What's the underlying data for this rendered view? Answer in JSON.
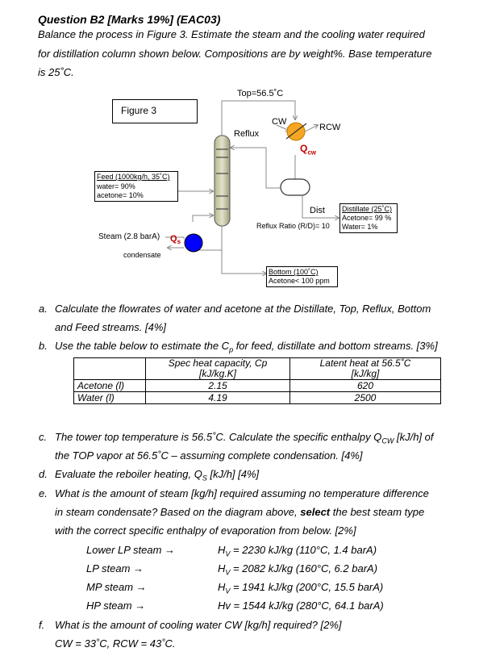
{
  "question": {
    "title": "Question B2 [Marks 19%] (EAC03)",
    "intro": [
      "Balance the process in Figure 3. Estimate the steam and the cooling water required",
      "for distillation column shown below. Compositions are by weight%. Base temperature",
      "is 25˚C."
    ]
  },
  "figure": {
    "caption": "Figure 3",
    "top": "Top=56.5˚C",
    "cw": "CW",
    "rcw": "RCW",
    "reflux": "Reflux",
    "qcw_q": "Q",
    "qcw_sub": "cw",
    "dist": "Dist",
    "reflux_ratio": "Reflux Ratio (R/D)= 10",
    "feed": [
      "Feed (1000kg/h, 35˚C)",
      "water= 90%",
      "acetone= 10%"
    ],
    "distillate": [
      "Distillate (25˚C)",
      "Acetone= 99 %",
      "Water= 1%"
    ],
    "steam": "Steam (2.8 barA)",
    "condensate": "condensate",
    "qs_q": "Q",
    "qs_sub": "s",
    "bottom": [
      "Bottom (100˚C)",
      "Acetone< 100 ppm"
    ],
    "colors": {
      "condenser": "#f5a623",
      "reboiler": "#0000ff",
      "column": "#c8c8a8"
    }
  },
  "parts": {
    "a": {
      "letter": "a.",
      "lines": [
        "Calculate the flowrates of water and acetone at the Distillate, Top, Reflux, Bottom",
        "and Feed streams. [4%]"
      ]
    },
    "b": {
      "letter": "b.",
      "line_pre": "Use the table below to estimate the C",
      "line_sub": "p",
      "line_post": " for feed, distillate and bottom streams. [3%]"
    },
    "c": {
      "letter": "c.",
      "lines": [
        "The tower top temperature is 56.5˚C. Calculate the specific enthalpy Q",
        "the TOP vapor at 56.5˚C – assuming complete condensation. [4%]"
      ],
      "sub": "CW",
      "line1_post": " [kJ/h] of"
    },
    "d": {
      "letter": "d.",
      "pre": "Evaluate the reboiler heating, Q",
      "sub": "S",
      "post": " [kJ/h] [4%]"
    },
    "e": {
      "letter": "e.",
      "lines": [
        "What is the amount of steam [kg/h] required assuming no temperature difference",
        "in steam condensate? Based on the diagram above, ",
        "the best steam type",
        "with the correct specific enthalpy of evaporation from below. [2%]"
      ],
      "bold": "select"
    },
    "f": {
      "letter": "f.",
      "lines": [
        "What is the amount of cooling water CW [kg/h] required? [2%]",
        "CW = 33˚C, RCW = 43˚C."
      ]
    }
  },
  "table": {
    "headers": [
      "Spec heat capacity, Cp",
      "[kJ/kg.K]",
      "Latent heat at 56.5˚C",
      "[kJ/kg]"
    ],
    "rows": [
      {
        "name": "Acetone (l)",
        "cp": "2.15",
        "latent": "620"
      },
      {
        "name": "Water (l)",
        "cp": "4.19",
        "latent": "2500"
      }
    ]
  },
  "steam_options": [
    {
      "name": "Lower LP steam →",
      "h": "= 2230 kJ/kg (110°C, 1.4 barA)",
      "hv": "H",
      "sub": "V"
    },
    {
      "name": "LP steam →",
      "h": "= 2082 kJ/kg (160°C, 6.2 barA)",
      "hv": "H",
      "sub": "V"
    },
    {
      "name": "MP steam →",
      "h": "= 1941 kJ/kg (200°C, 15.5 barA)",
      "hv": "H",
      "sub": "V"
    },
    {
      "name": "HP steam →",
      "h": "= 1544 kJ/kg (280°C, 64.1 barA)",
      "hv": "Hv",
      "sub": ""
    }
  ]
}
